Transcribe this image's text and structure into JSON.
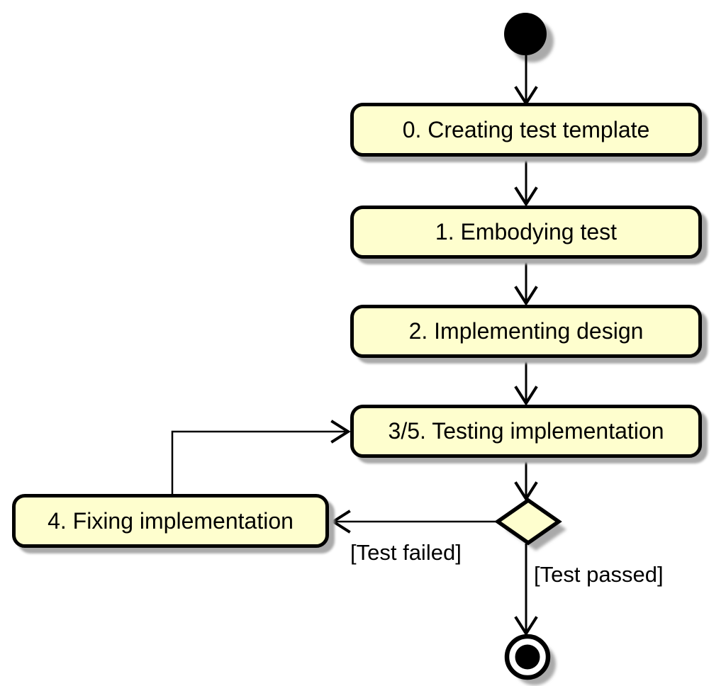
{
  "diagram": {
    "type": "uml-activity-diagram",
    "nodes": {
      "initial": {
        "type": "initial-node"
      },
      "activities": [
        {
          "id": "creating-test-template",
          "label": "0. Creating test template"
        },
        {
          "id": "embodying-test",
          "label": "1. Embodying test"
        },
        {
          "id": "implementing-design",
          "label": "2. Implementing design"
        },
        {
          "id": "testing-implementation",
          "label": "3/5. Testing implementation"
        },
        {
          "id": "fixing-implementation",
          "label": "4. Fixing implementation"
        }
      ],
      "decision": {
        "type": "decision-diamond"
      },
      "final": {
        "type": "final-node"
      }
    },
    "edges": {
      "test_failed_label": "[Test failed]",
      "test_passed_label": "[Test passed]"
    }
  },
  "colors": {
    "node_fill": "#FEFECE",
    "node_border": "#000000",
    "shadow": "#AAAAAA",
    "background": "#FFFFFF",
    "line": "#000000"
  }
}
